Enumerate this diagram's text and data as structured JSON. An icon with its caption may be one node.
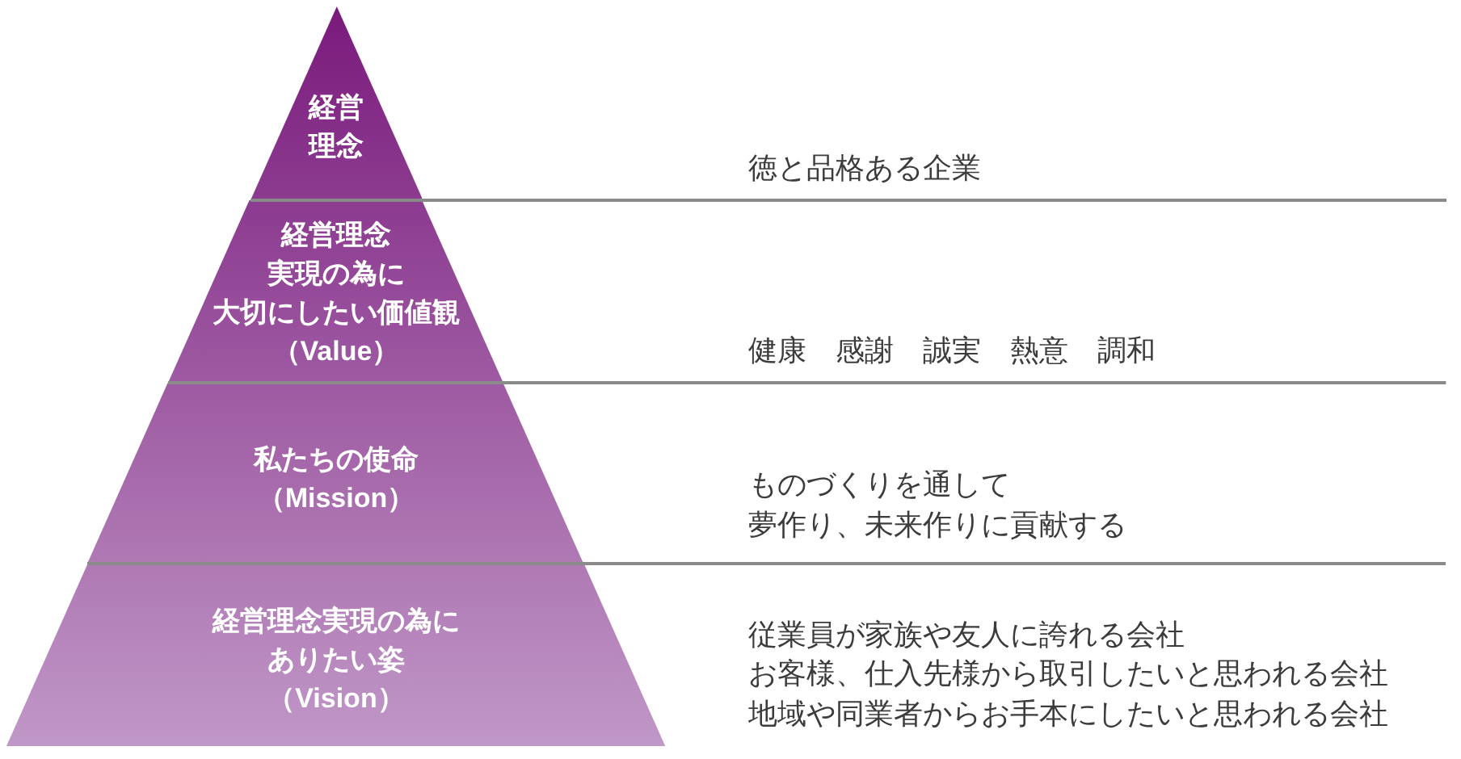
{
  "diagram": {
    "nodes": [
      {
        "text": [
          "経営理念"
        ]
      },
      {
        "text": [
          "経営理念実現の為に大切にしたい価値観（Value）"
        ]
      },
      {
        "text": [
          "私たちの使命（Mission）"
        ]
      },
      {
        "text": [
          "経営理念実現の為にありたい姿（Vision）"
        ]
      }
    ],
    "labels": [
      "徳と品格ある企業",
      "健康　感謝　誠実　熱意　調和",
      "ものづくりを通して夢作り、未来作りに貢献する",
      "従業員が家族や友人に誇れる会社",
      "お客様、仕入先様から取引したいと思われる会社",
      "地域や同業者からお手本にしたいと思われる会社"
    ]
  }
}
